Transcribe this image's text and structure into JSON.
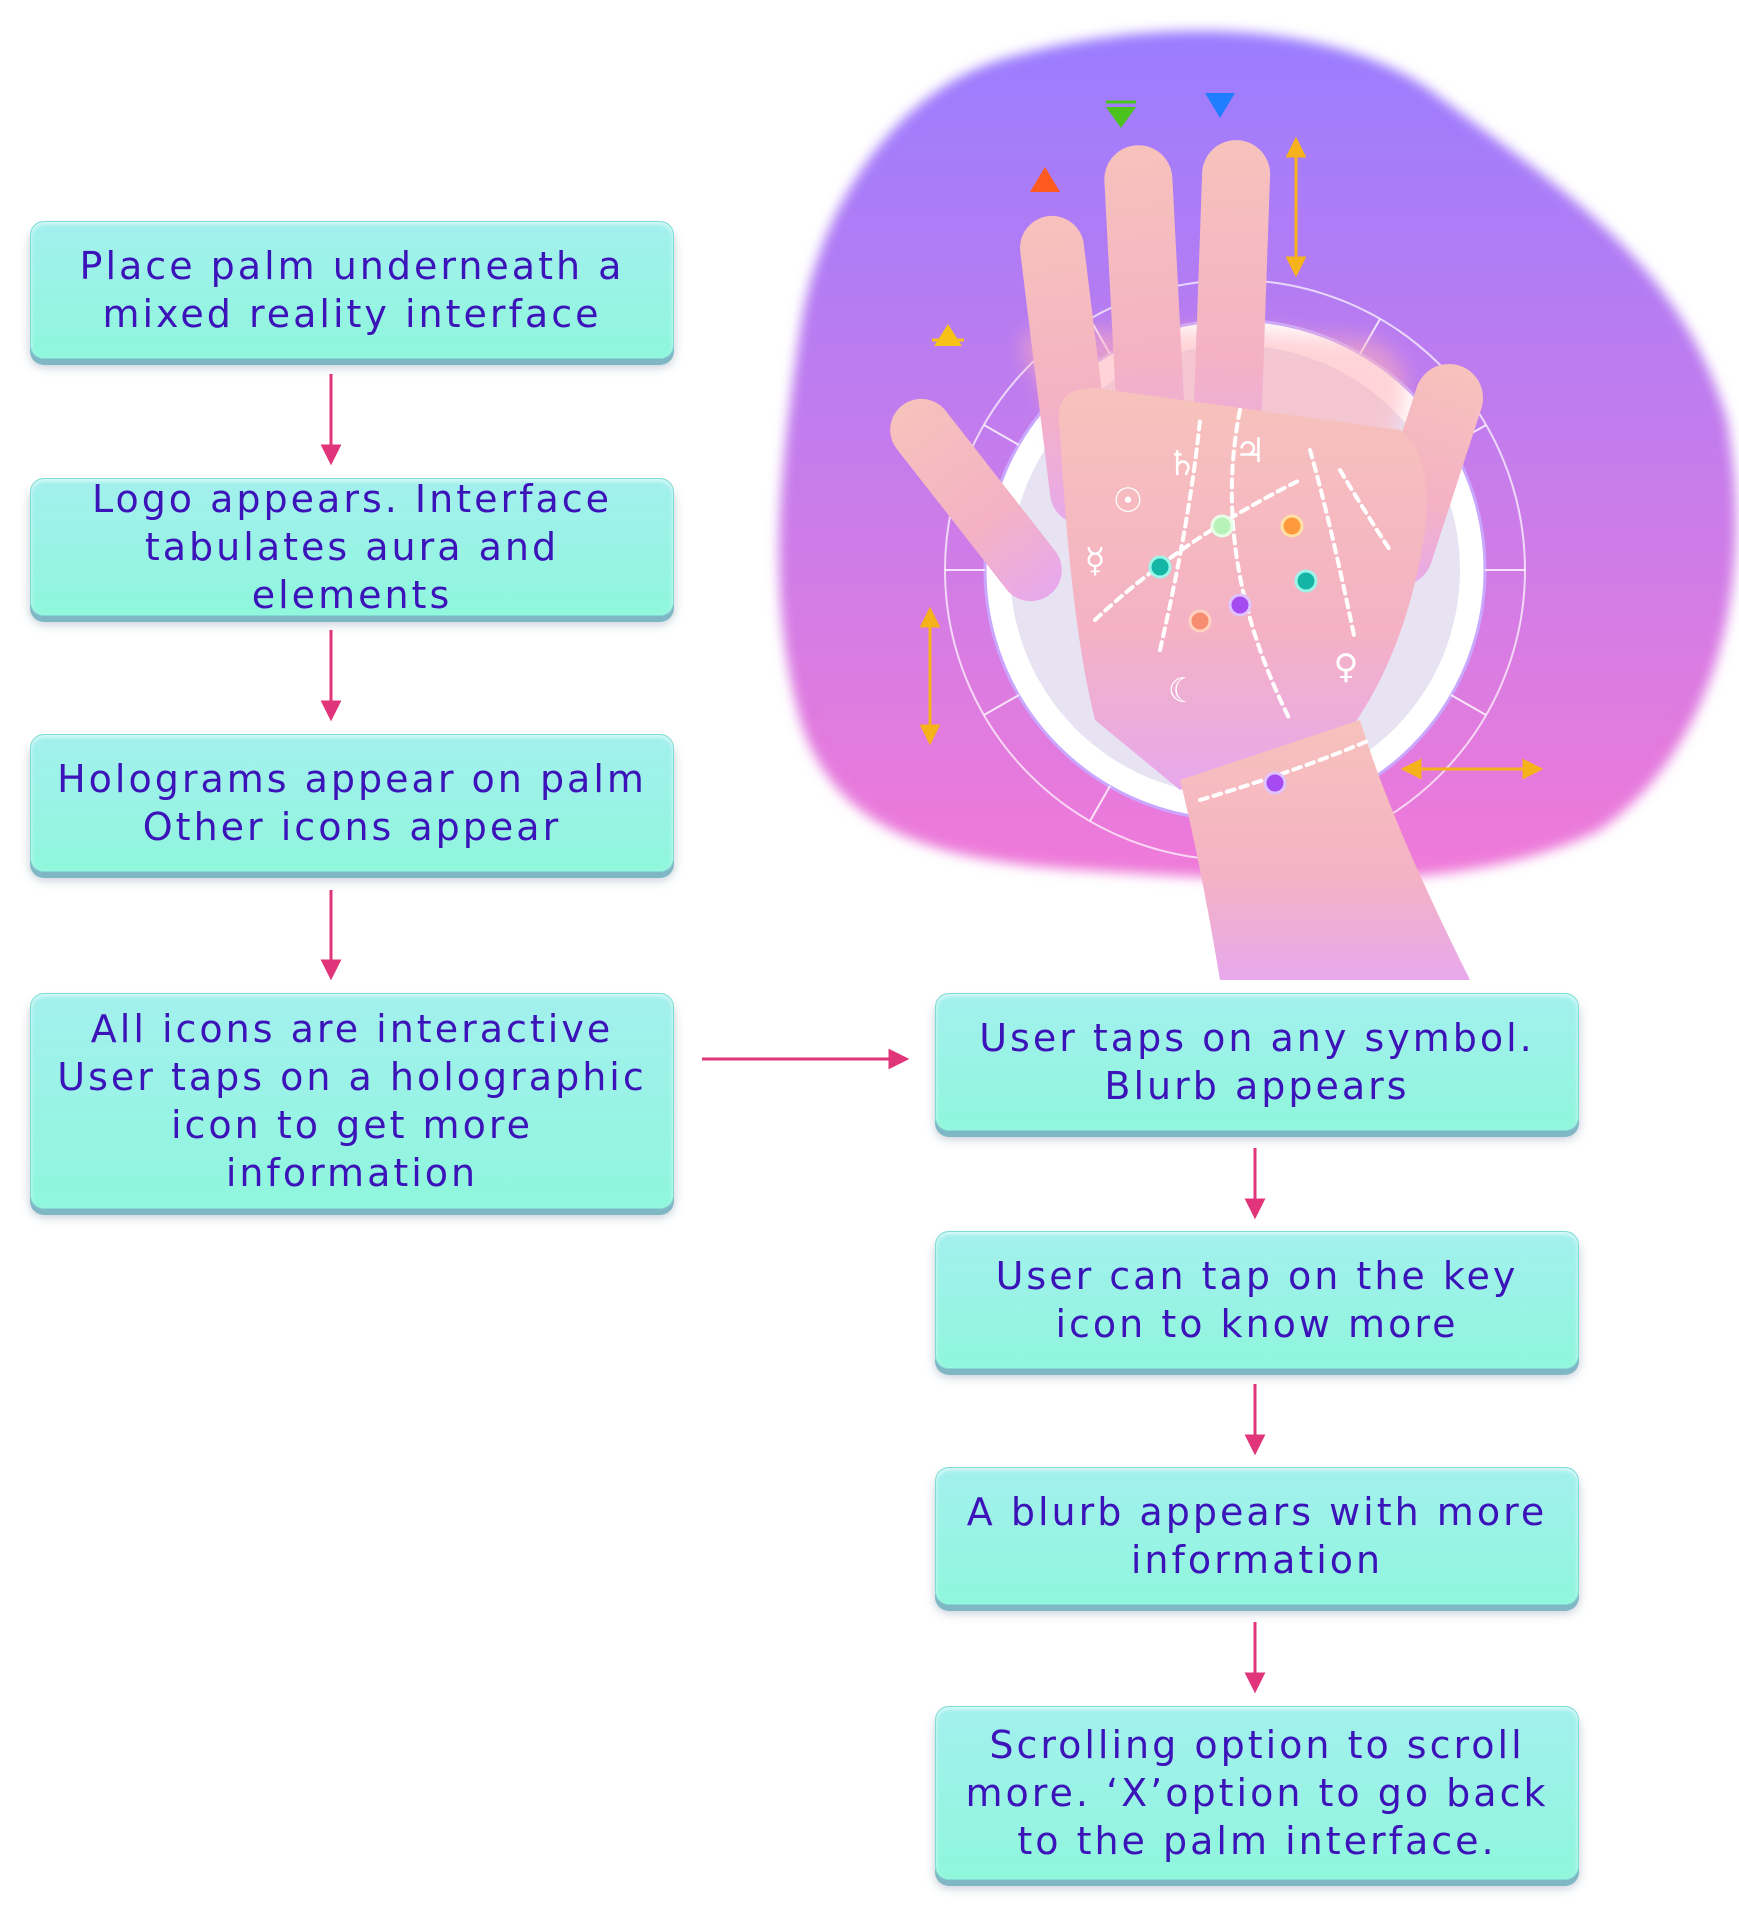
{
  "steps": {
    "s1": "Place palm underneath a\nmixed reality interface",
    "s2": "Logo appears. Interface\ntabulates aura and elements",
    "s3": "Holograms appear on palm\nOther icons appear",
    "s4": "All icons are interactive\nUser taps on a holographic\nicon to get more\ninformation",
    "s5": "User taps on any symbol.\nBlurb appears",
    "s6": "User can tap on the key\nicon to know more",
    "s7": "A blurb appears with more\ninformation",
    "s8": "Scrolling option to scroll\nmore. ‘X’option to go back\nto the palm interface."
  },
  "palm_symbols": {
    "saturn": "♄",
    "jupiter": "♃",
    "sun": "☉",
    "mercury": "☿",
    "venus": "♀",
    "moon": "☾"
  },
  "colors": {
    "box_fill": "#a3f0ee",
    "box_text": "#3b13b8",
    "arrow": "#e0357a",
    "blob_top": "#9a7dff",
    "blob_bottom": "#f07ad8",
    "indicator": "#f6b21a"
  }
}
